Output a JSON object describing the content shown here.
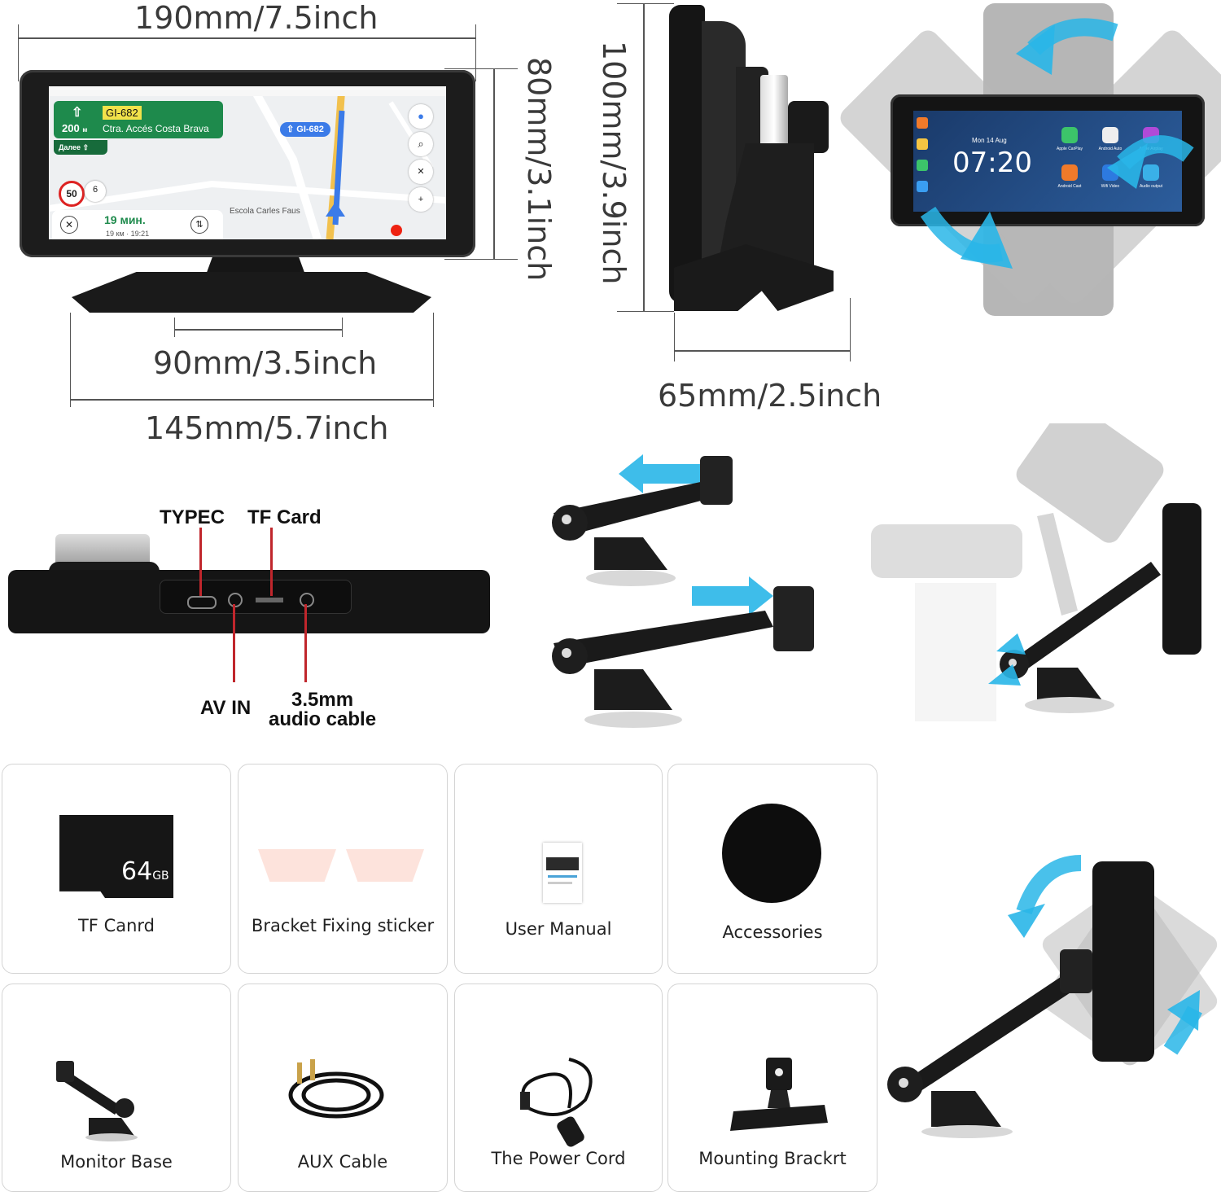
{
  "dimensions": {
    "width_top": "190mm/7.5inch",
    "height_front": "80mm/3.1inch",
    "height_side": "100mm/3.9inch",
    "base_inner": "90mm/3.5inch",
    "base_outer": "145mm/5.7inch",
    "depth_side": "65mm/2.5inch"
  },
  "nav_screen": {
    "road_code": "GI-682",
    "distance": "200",
    "distance_unit": "м",
    "street": "Ctra. Accés Costa Brava",
    "next_label": "Далее",
    "route_badge": "GI-682",
    "speed_limit": "50",
    "speed_current": "6",
    "eta": "19 мин.",
    "eta_detail": "19 км · 19:21",
    "poi": "Escola Carles Faus"
  },
  "carplay_screen": {
    "date": "Mon 14 Aug",
    "time": "07:20",
    "apps": [
      "Apple CarPlay",
      "Android Auto",
      "Apple Airplay",
      "Android Cast",
      "Wifi Video",
      "Audio output"
    ]
  },
  "ports": {
    "typec": "TYPEC",
    "tf_card": "TF Card",
    "av_in": "AV IN",
    "audio_line1": "3.5mm",
    "audio_line2": "audio cable"
  },
  "accessories": [
    {
      "label": "TF Canrd",
      "icon": "sd-card-icon",
      "card_text": "64",
      "card_unit": "GB"
    },
    {
      "label": "Bracket Fixing sticker",
      "icon": "sticker-icon"
    },
    {
      "label": "User Manual",
      "icon": "manual-icon"
    },
    {
      "label": "Accessories",
      "icon": "round-pad-icon"
    },
    {
      "label": "Monitor Base",
      "icon": "monitor-base-icon"
    },
    {
      "label": "AUX Cable",
      "icon": "aux-cable-icon"
    },
    {
      "label": "The Power Cord",
      "icon": "power-cord-icon"
    },
    {
      "label": "Mounting Brackrt",
      "icon": "mounting-bracket-icon"
    }
  ],
  "colors": {
    "accent_cyan": "#29b6e8",
    "nav_green": "#1e8a4c",
    "port_red": "#c0262c",
    "device_black": "#1a1a1a"
  }
}
